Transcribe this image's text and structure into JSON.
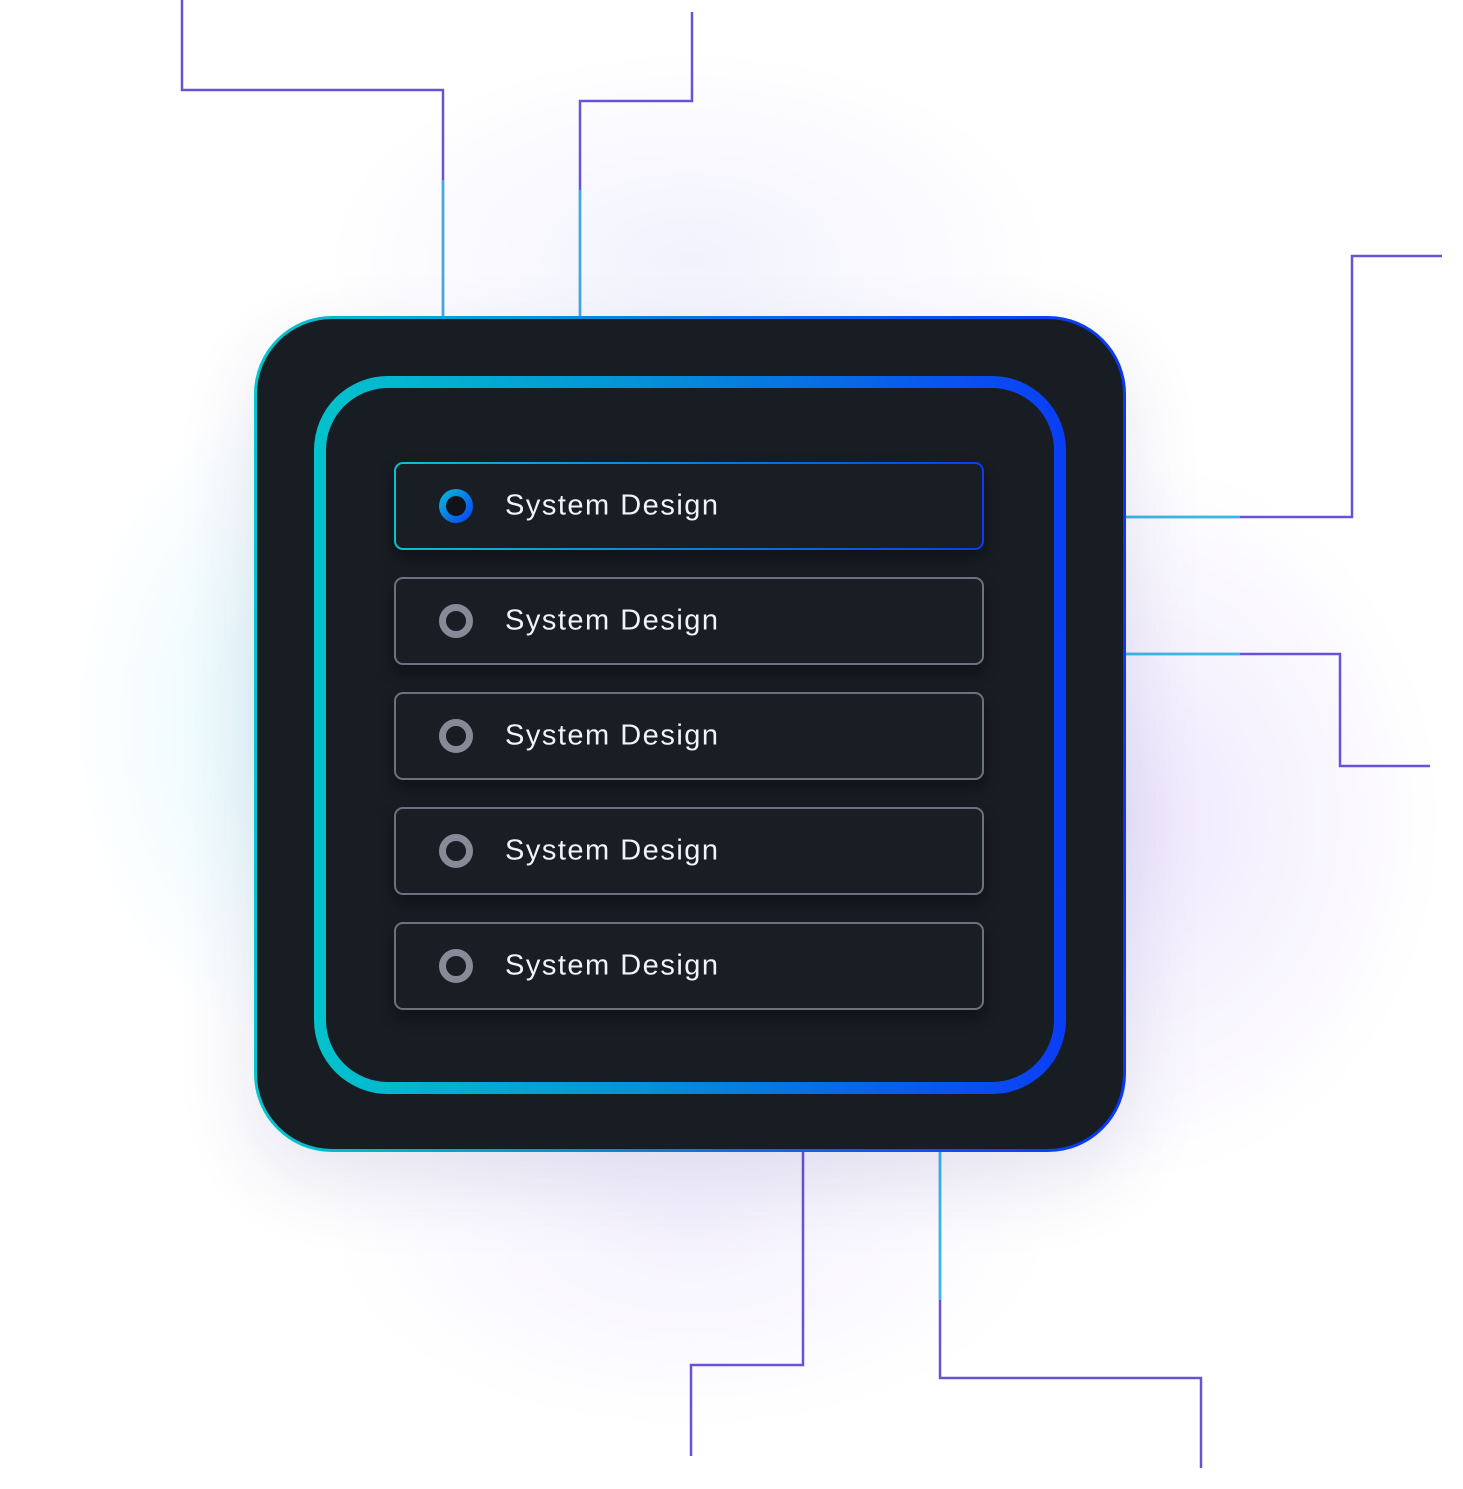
{
  "options": [
    {
      "label": "System Design",
      "selected": true
    },
    {
      "label": "System Design",
      "selected": false
    },
    {
      "label": "System Design",
      "selected": false
    },
    {
      "label": "System Design",
      "selected": false
    },
    {
      "label": "System Design",
      "selected": false
    }
  ],
  "colors": {
    "chip_background": "#181c23",
    "gradient_start": "#04c6cc",
    "gradient_end": "#0a36f8",
    "trace_purple": "#6a3ee0",
    "trace_cyan": "#2ad3e6",
    "option_border": "#6c7180",
    "radio_unselected": "#868b97",
    "label_text": "#f2f3f6"
  }
}
